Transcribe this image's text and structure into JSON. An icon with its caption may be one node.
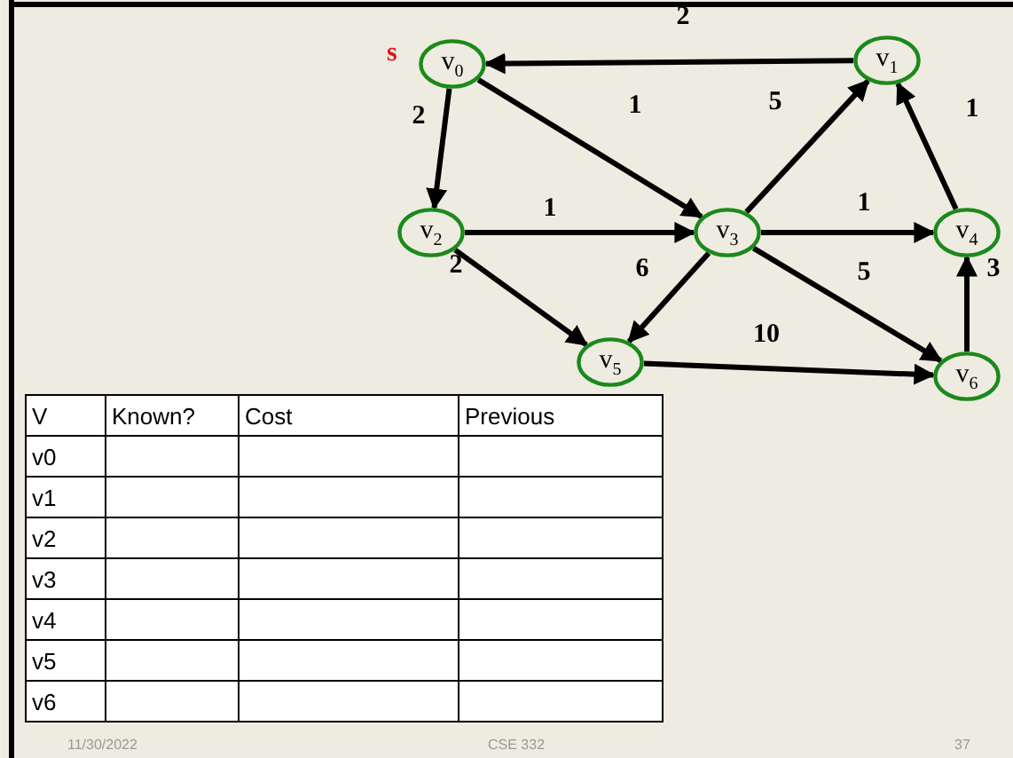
{
  "diagram": {
    "nodes": [
      {
        "text": [
          "v$_{0}$"
        ]
      },
      {
        "text": [
          "v$_{1}$"
        ]
      },
      {
        "text": [
          "v$_{2}$"
        ]
      },
      {
        "text": [
          "v$_{3}$"
        ]
      },
      {
        "text": [
          "v$_{4}$"
        ]
      },
      {
        "text": [
          "v$_{5}$"
        ]
      },
      {
        "text": [
          "v$_{6}$"
        ]
      }
    ],
    "edges": [
      {
        "from": 1,
        "to": 0,
        "arrow": "to",
        "label": "2"
      },
      {
        "from": 0,
        "to": 2,
        "arrow": "to",
        "label": "2"
      },
      {
        "from": 0,
        "to": 3,
        "arrow": "to",
        "label": "1"
      },
      {
        "from": 3,
        "to": 1,
        "arrow": "to",
        "label": "5"
      },
      {
        "from": 4,
        "to": 1,
        "arrow": "to",
        "label": "1"
      },
      {
        "from": 2,
        "to": 3,
        "arrow": "to",
        "label": "1"
      },
      {
        "from": 3,
        "to": 4,
        "arrow": "to",
        "label": "1"
      },
      {
        "from": 2,
        "to": 5,
        "arrow": "to",
        "label": "2"
      },
      {
        "from": 3,
        "to": 5,
        "arrow": "to",
        "label": "6"
      },
      {
        "from": 3,
        "to": 6,
        "arrow": "to",
        "label": "5"
      },
      {
        "from": 5,
        "to": 6,
        "arrow": "to",
        "label": "10"
      },
      {
        "from": 6,
        "to": 4,
        "arrow": "to",
        "label": "3"
      }
    ],
    "labels": [
      "s",
      "V",
      "Known?",
      "Cost",
      "Previous",
      "v0",
      "v1",
      "v2",
      "v3",
      "v4",
      "v5",
      "v6",
      "11/30/2022",
      "CSE 332",
      "37"
    ]
  }
}
